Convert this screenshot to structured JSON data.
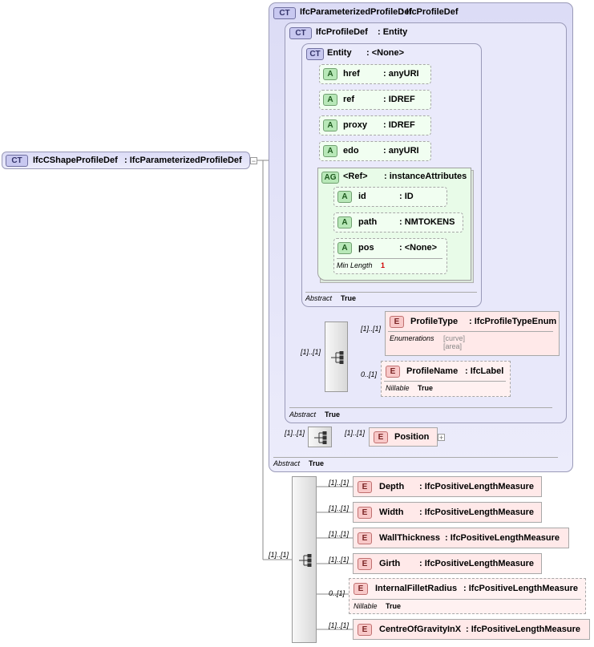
{
  "root": {
    "badge": "CT",
    "name": "IfcCShapeProfileDef",
    "type": ": IfcParameterizedProfileDef"
  },
  "parameterized": {
    "badge": "CT",
    "name": "IfcParameterizedProfileDef",
    "type": ": IfcProfileDef",
    "abstract_label": "Abstract",
    "abstract_value": "True"
  },
  "profile_def": {
    "badge": "CT",
    "name": "IfcProfileDef",
    "type": ": Entity",
    "abstract_label": "Abstract",
    "abstract_value": "True"
  },
  "entity": {
    "badge": "CT",
    "name": "Entity",
    "type": ": <None>",
    "abstract_label": "Abstract",
    "abstract_value": "True"
  },
  "entity_attrs": [
    {
      "badge": "A",
      "name": "href",
      "type": ": anyURI"
    },
    {
      "badge": "A",
      "name": "ref",
      "type": ": IDREF"
    },
    {
      "badge": "A",
      "name": "proxy",
      "type": ": IDREF"
    },
    {
      "badge": "A",
      "name": "edo",
      "type": ": anyURI"
    }
  ],
  "attr_group": {
    "badge": "AG",
    "name": "<Ref>",
    "type": ": instanceAttributes"
  },
  "group_attrs": [
    {
      "badge": "A",
      "name": "id",
      "type": ": ID"
    },
    {
      "badge": "A",
      "name": "path",
      "type": ": NMTOKENS"
    },
    {
      "badge": "A",
      "name": "pos",
      "type": ": <None>",
      "facet_label": "Min Length",
      "facet_value": "1"
    }
  ],
  "profile_type": {
    "badge": "E",
    "name": "ProfileType",
    "type": ": IfcProfileTypeEnum",
    "mult": "[1]..[1]",
    "enum_label": "Enumerations",
    "enum_values": [
      "[curve]",
      "[area]"
    ]
  },
  "profile_name": {
    "badge": "E",
    "name": "ProfileName",
    "type": ": IfcLabel",
    "mult": "0..[1]",
    "nillable_label": "Nillable",
    "nillable_value": "True"
  },
  "profile_seq_mult": "[1]..[1]",
  "position": {
    "badge": "E",
    "name": "Position",
    "mult": "[1]..[1]",
    "seq_mult": "[1]..[1]"
  },
  "main_seq_mult": "[1]..[1]",
  "elements": [
    {
      "badge": "E",
      "name": "Depth",
      "type": ": IfcPositiveLengthMeasure",
      "mult": "[1]..[1]"
    },
    {
      "badge": "E",
      "name": "Width",
      "type": ": IfcPositiveLengthMeasure",
      "mult": "[1]..[1]"
    },
    {
      "badge": "E",
      "name": "WallThickness",
      "type": ": IfcPositiveLengthMeasure",
      "mult": "[1]..[1]"
    },
    {
      "badge": "E",
      "name": "Girth",
      "type": ": IfcPositiveLengthMeasure",
      "mult": "[1]..[1]"
    },
    {
      "badge": "E",
      "name": "InternalFilletRadius",
      "type": ": IfcPositiveLengthMeasure",
      "mult": "0..[1]",
      "nillable_label": "Nillable",
      "nillable_value": "True"
    },
    {
      "badge": "E",
      "name": "CentreOfGravityInX",
      "type": ": IfcPositiveLengthMeasure",
      "mult": "[1]..[1]"
    }
  ],
  "colors": {
    "complex_type": "#dcdcf6",
    "attribute": "#f1fef1",
    "element": "#ffe9e9",
    "border": "#9a9ab8"
  }
}
